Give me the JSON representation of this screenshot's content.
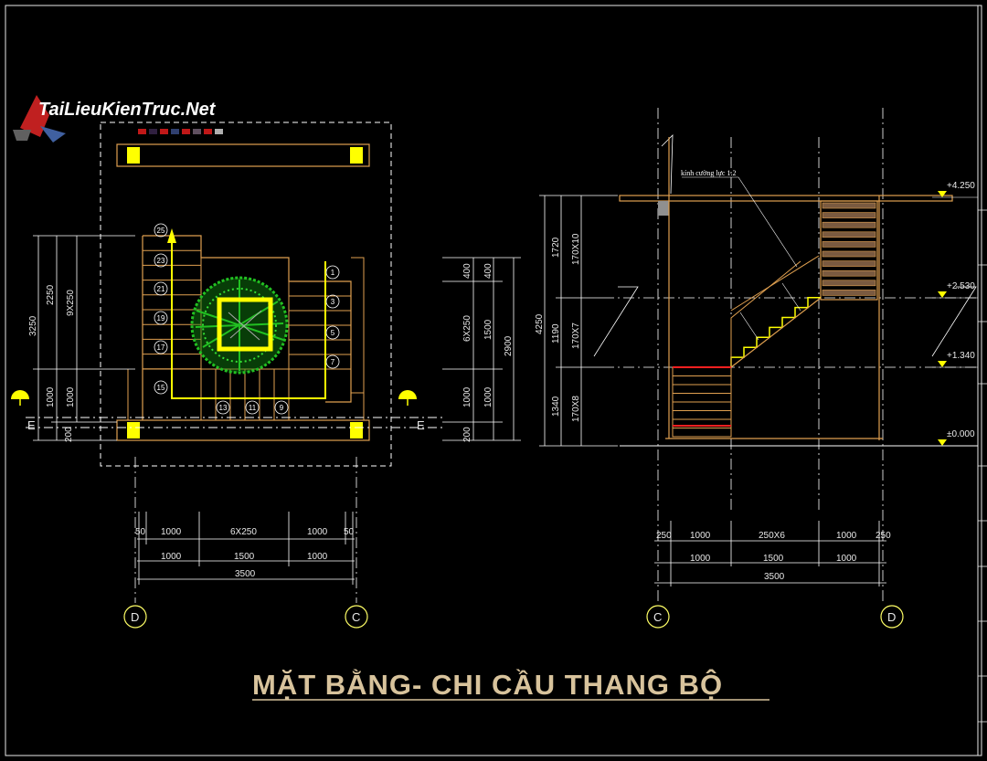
{
  "title": "MẶT BẰNG- CHI CẦU THANG BỘ",
  "logo": {
    "text": "TaiLieuKienTruc.Net"
  },
  "plan": {
    "section_marks": [
      "E",
      "E"
    ],
    "step_numbers": [
      "25",
      "23",
      "21",
      "19",
      "17",
      "15",
      "13",
      "11",
      "9",
      "1",
      "3",
      "5",
      "7"
    ],
    "dims_bottom_1": [
      "50",
      "1000",
      "6X250",
      "1000",
      "50"
    ],
    "dims_bottom_2": [
      "1000",
      "1500",
      "1000"
    ],
    "dims_bottom_total": "3500",
    "dims_left_outer": "3250",
    "dims_left_mid": [
      "2250",
      "1000",
      "200"
    ],
    "dims_left_inner": [
      "9X250",
      "1000"
    ],
    "dims_right_outer": "2900",
    "dims_right_mid": [
      "400",
      "1500",
      "1000",
      "200"
    ],
    "dims_right_inner": [
      "400",
      "6X250",
      "1000"
    ],
    "axes": [
      "D",
      "C"
    ]
  },
  "section": {
    "note": "kính cường lực 1.2",
    "levels": [
      "+4.250",
      "+2.530",
      "+1.340",
      "±0.000"
    ],
    "dims_left_outer": "4250",
    "dims_left_mid": [
      "1720",
      "1190",
      "1340"
    ],
    "dims_left_inner": [
      "170X10",
      "170X7",
      "170X8"
    ],
    "dims_bottom_1": [
      "250",
      "1000",
      "250X6",
      "1000",
      "250"
    ],
    "dims_bottom_2": [
      "1000",
      "1500",
      "1000"
    ],
    "dims_bottom_total": "3500",
    "axes": [
      "C",
      "D"
    ]
  },
  "colors": {
    "frame": "#ffffff",
    "stair": "#e0a050",
    "yellow": "#ffff00",
    "red": "#ff2020",
    "text": "#e8e8e8",
    "title": "#d8c39c",
    "tree": "#22c022"
  }
}
